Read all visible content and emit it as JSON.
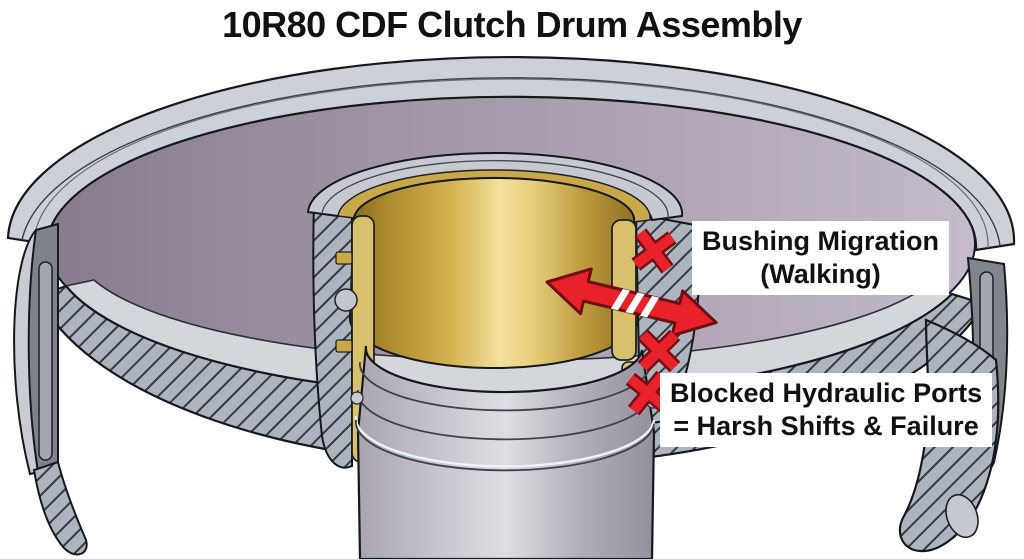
{
  "title": "10R80 CDF Clutch Drum Assembly",
  "annotations": {
    "bushing_label": {
      "line1": "Bushing Migration",
      "line2": "(Walking)"
    },
    "ports_label": {
      "line1": "Blocked Hydraulic Ports",
      "line2": "= Harsh Shifts & Failure"
    }
  },
  "markers": {
    "x_mark_count": 3,
    "arrow_meaning": "double-headed bushing migration arrow"
  },
  "colors": {
    "annotation_red": "#e9212a",
    "annotation_red_outline": "#70100f",
    "bushing_gold_light": "#f2e09c",
    "bushing_gold_dark": "#86691f",
    "bushing_cut_khaki": "#d9c06c",
    "drum_gray": "#cdd1d7",
    "drum_wall_purple": "#9a8fa0",
    "hatch_gray": "#adb4bd",
    "background": "#ffffff",
    "text": "#111111"
  }
}
